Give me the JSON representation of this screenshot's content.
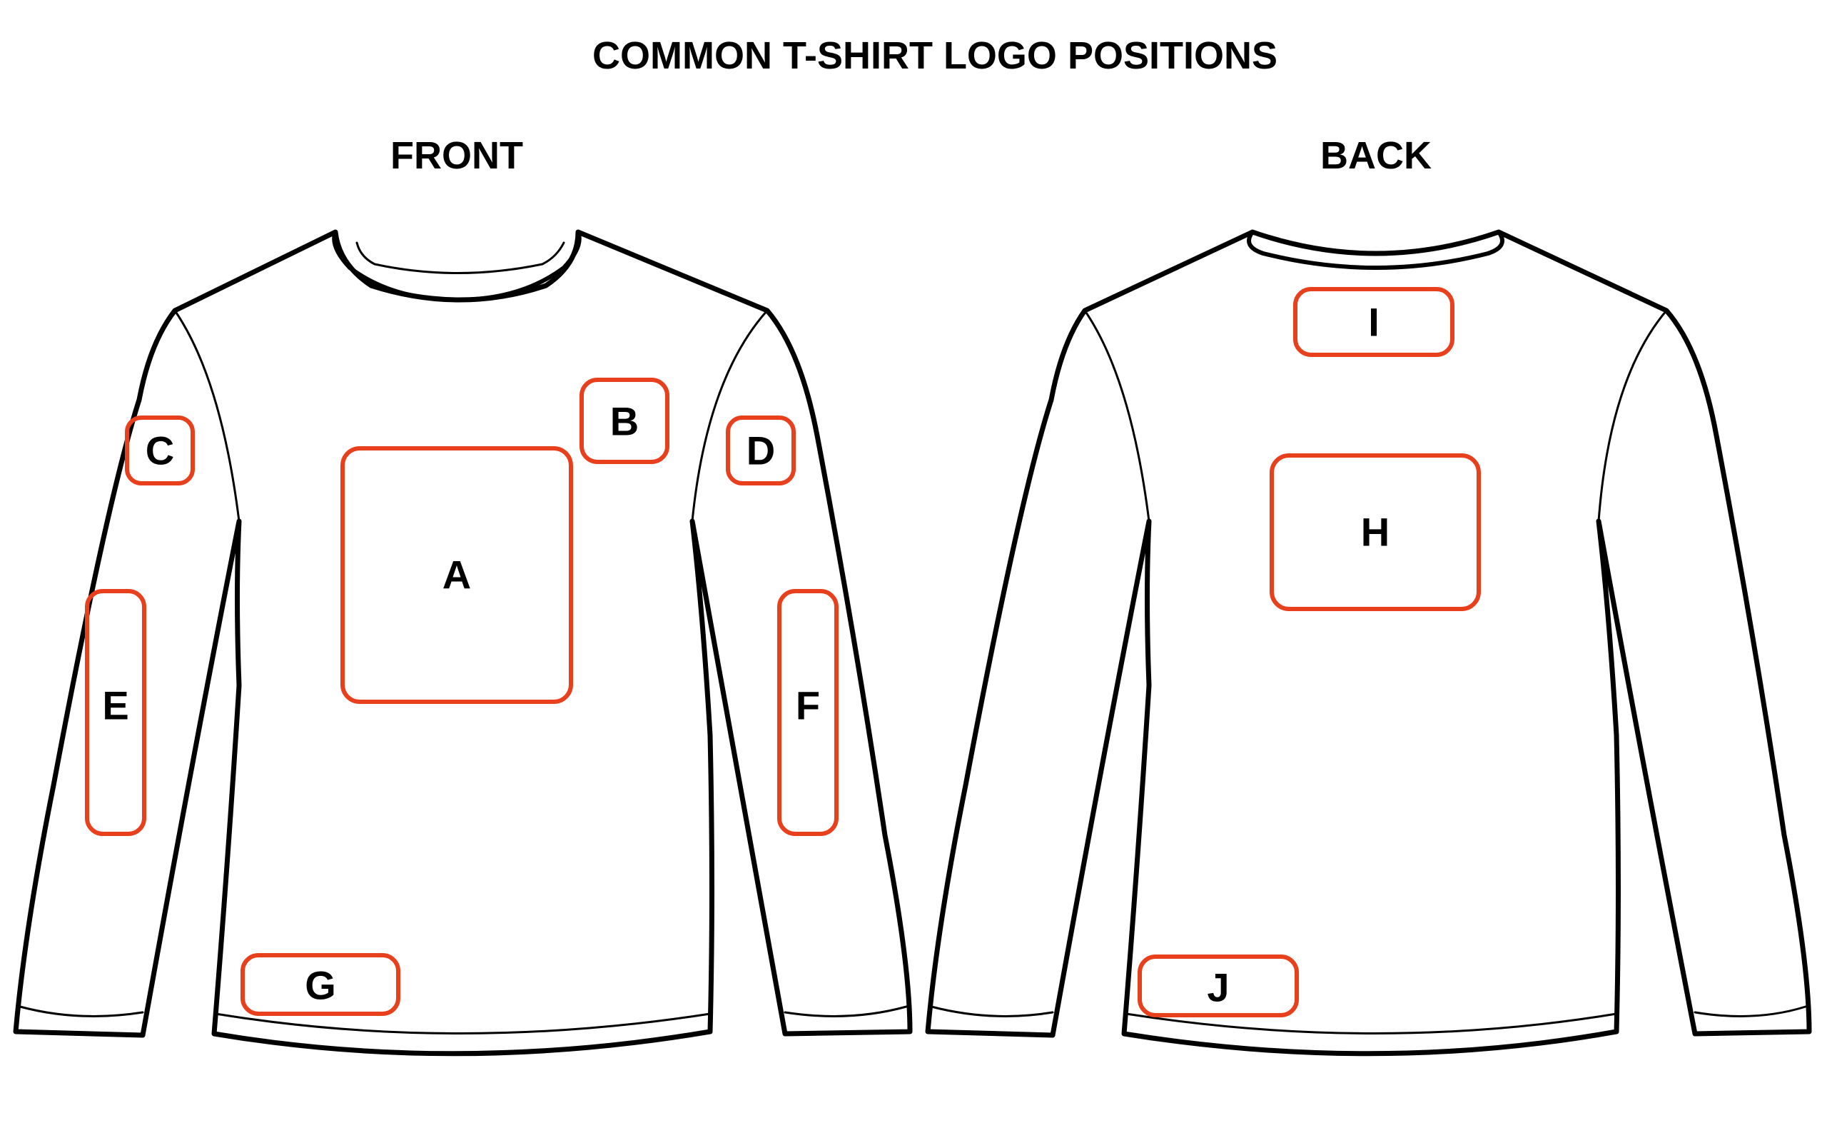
{
  "title": "COMMON T-SHIRT LOGO POSITIONS",
  "views": {
    "front": "FRONT",
    "back": "BACK"
  },
  "zone_color": "#e8401c",
  "outline_color": "#000000",
  "zones": {
    "a": "A",
    "b": "B",
    "c": "C",
    "d": "D",
    "e": "E",
    "f": "F",
    "g": "G",
    "h": "H",
    "i": "I",
    "j": "J"
  }
}
